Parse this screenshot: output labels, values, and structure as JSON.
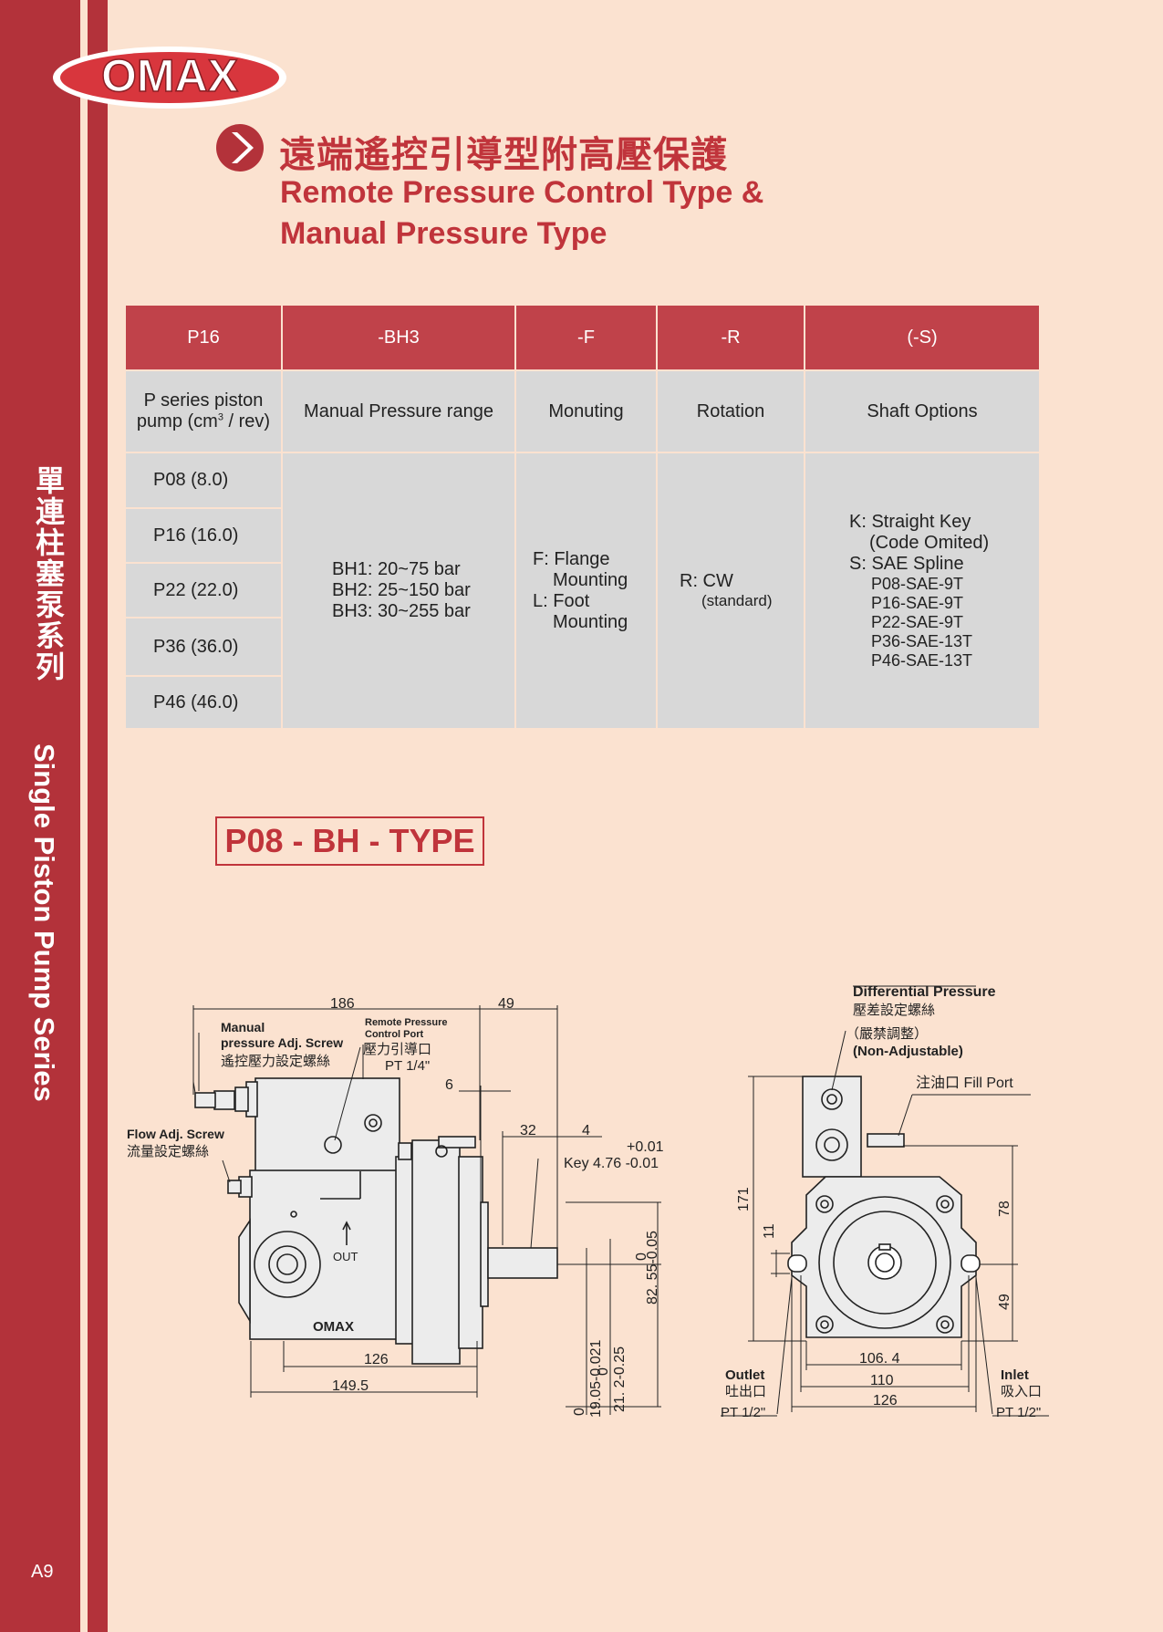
{
  "brand": {
    "logo": "OMAX",
    "accent": "#b3323a"
  },
  "sidebar": {
    "title_zh": "單連柱塞泵系列",
    "title_en": "Single Piston Pump Series",
    "page_number": "A9"
  },
  "title": {
    "zh": "遠端遙控引導型附高壓保護",
    "en_line1": "Remote Pressure Control Type  &",
    "en_line2": "Manual Pressure Type"
  },
  "spec_table": {
    "headers": [
      "P16",
      "-BH3",
      "-F",
      "-R",
      "(-S)"
    ],
    "labels": {
      "pump_line1": "P series piston",
      "pump_line2": "pump (cm",
      "pump_sup": "3",
      "pump_line3": " / rev)",
      "pressure": "Manual Pressure range",
      "mounting": "Monuting",
      "rotation": "Rotation",
      "shaft": "Shaft Options"
    },
    "pumps": [
      "P08 (8.0)",
      "P16 (16.0)",
      "P22 (22.0)",
      "P36 (36.0)",
      "P46 (46.0)"
    ],
    "pressure_ranges": [
      "BH1: 20~75 bar",
      "BH2: 25~150 bar",
      "BH3: 30~255 bar"
    ],
    "mounting_options": [
      "F: Flange",
      "Mounting",
      "L: Foot",
      "Mounting"
    ],
    "rotation": {
      "value": "R: CW",
      "note": "(standard)"
    },
    "shaft_options": [
      "K: Straight Key",
      "(Code Omited)",
      "S: SAE Spline",
      "P08-SAE-9T",
      "P16-SAE-9T",
      "P22-SAE-9T",
      "P36-SAE-13T",
      "P46-SAE-13T"
    ]
  },
  "type_label": "P08 - BH - TYPE",
  "drawing": {
    "labels": {
      "manual_en1": "Manual",
      "manual_en2": "pressure Adj. Screw",
      "manual_zh": "遙控壓力設定螺絲",
      "remote_en1": "Remote Pressure",
      "remote_en2": "Control Port",
      "remote_zh": "壓力引導口",
      "remote_pt": "PT 1/4\"",
      "flow_en": "Flow Adj. Screw",
      "flow_zh": "流量設定螺絲",
      "key_tol_plus": "+0.01",
      "key": "Key 4.76 -0.01",
      "out": "OUT",
      "logo": "OMAX",
      "diff_en": "Differential Pressure",
      "diff_zh": "壓差設定螺絲",
      "diff_zh2": "（嚴禁調整）",
      "diff_na": "(Non-Adjustable)",
      "fill": "注油口 Fill Port",
      "outlet_en": "Outlet",
      "outlet_zh": "吐出口",
      "outlet_pt": "PT 1/2\"",
      "inlet_en": "Inlet",
      "inlet_zh": "吸入口",
      "inlet_pt": "PT 1/2\""
    },
    "dims": {
      "d186": "186",
      "d49": "49",
      "d6": "6",
      "d32": "32",
      "d4": "4",
      "d126": "126",
      "d1495": "149.5",
      "shaft_dia": "19.05-0.021",
      "shaft_zero": "0",
      "key_h": "21. 2-0.25",
      "key_zero": "0",
      "center_h": "82. 55-0.05",
      "center_zero": "0",
      "d171": "171",
      "d11": "11",
      "d78": "78",
      "d49b": "49",
      "d1064": "106. 4",
      "d110": "110",
      "d126b": "126"
    }
  }
}
